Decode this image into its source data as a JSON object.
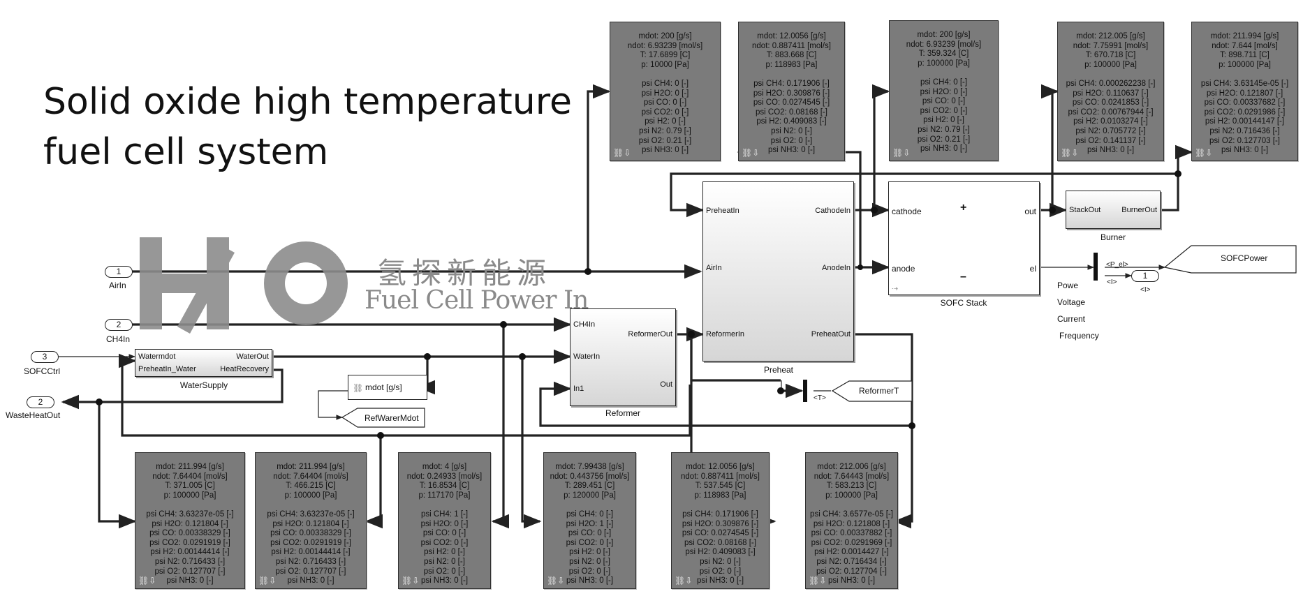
{
  "title": {
    "line1": "Solid oxide high temperature",
    "line2": "fuel cell system"
  },
  "watermark": {
    "logo_text": "H2O",
    "cn": "氢探新能源",
    "en": "Fuel Cell Power In"
  },
  "colors": {
    "display_bg": "#7b7b7b",
    "line": "#222222",
    "block_bg": "#e9e9e9"
  },
  "displays_top": [
    {
      "lines": [
        "mdot: 200 [g/s]",
        "ndot: 6.93239 [mol/s]",
        "T: 17.6899 [C]",
        "p: 10000 [Pa]",
        "",
        "psi CH4: 0 [-]",
        "psi H2O: 0 [-]",
        "psi CO: 0 [-]",
        "psi CO2: 0 [-]",
        "psi H2: 0 [-]",
        "psi N2: 0.79 [-]",
        "psi O2: 0.21 [-]",
        "psi NH3: 0 [-]"
      ]
    },
    {
      "lines": [
        "mdot: 12.0056 [g/s]",
        "ndot: 0.887411 [mol/s]",
        "T: 883.668 [C]",
        "p: 118983 [Pa]",
        "",
        "psi CH4: 0.171906 [-]",
        "psi H2O: 0.309876 [-]",
        "psi CO: 0.0274545 [-]",
        "psi CO2: 0.08168 [-]",
        "psi H2: 0.409083 [-]",
        "psi N2: 0 [-]",
        "psi O2: 0 [-]",
        "psi NH3: 0 [-]"
      ]
    },
    {
      "lines": [
        "mdot: 200 [g/s]",
        "ndot: 6.93239 [mol/s]",
        "T: 359.324 [C]",
        "p: 100000 [Pa]",
        "",
        "psi CH4: 0 [-]",
        "psi H2O: 0 [-]",
        "psi CO: 0 [-]",
        "psi CO2: 0 [-]",
        "psi H2: 0 [-]",
        "psi N2: 0.79 [-]",
        "psi O2: 0.21 [-]",
        "psi NH3: 0 [-]"
      ]
    },
    {
      "lines": [
        "mdot: 212.005 [g/s]",
        "ndot: 7.75991 [mol/s]",
        "T: 670.718 [C]",
        "p: 100000 [Pa]",
        "",
        "psi CH4: 0.000262238 [-]",
        "psi H2O: 0.110637 [-]",
        "psi CO: 0.0241853 [-]",
        "psi CO2: 0.00767944 [-]",
        "psi H2: 0.0103274 [-]",
        "psi N2: 0.705772 [-]",
        "psi O2: 0.141137 [-]",
        "psi NH3: 0 [-]"
      ]
    },
    {
      "lines": [
        "mdot: 211.994 [g/s]",
        "ndot: 7.644 [mol/s]",
        "T: 898.711 [C]",
        "p: 100000 [Pa]",
        "",
        "psi CH4: 3.63145e-05 [-]",
        "psi H2O: 0.121807 [-]",
        "psi CO: 0.00337682 [-]",
        "psi CO2: 0.0291986 [-]",
        "psi H2: 0.00144147 [-]",
        "psi N2: 0.716436 [-]",
        "psi O2: 0.127703 [-]",
        "psi NH3: 0 [-]"
      ]
    }
  ],
  "displays_bottom": [
    {
      "lines": [
        "mdot: 211.994 [g/s]",
        "ndot: 7.64404 [mol/s]",
        "T: 371.005 [C]",
        "p: 100000 [Pa]",
        "",
        "psi CH4: 3.63237e-05 [-]",
        "psi H2O: 0.121804 [-]",
        "psi CO: 0.00338329 [-]",
        "psi CO2: 0.0291919 [-]",
        "psi H2: 0.00144414 [-]",
        "psi N2: 0.716433 [-]",
        "psi O2: 0.127707 [-]",
        "psi NH3: 0 [-]"
      ]
    },
    {
      "lines": [
        "mdot: 211.994 [g/s]",
        "ndot: 7.64404 [mol/s]",
        "T: 466.215 [C]",
        "p: 100000 [Pa]",
        "",
        "psi CH4: 3.63237e-05 [-]",
        "psi H2O: 0.121804 [-]",
        "psi CO: 0.00338329 [-]",
        "psi CO2: 0.0291919 [-]",
        "psi H2: 0.00144414 [-]",
        "psi N2: 0.716433 [-]",
        "psi O2: 0.127707 [-]",
        "psi NH3: 0 [-]"
      ]
    },
    {
      "lines": [
        "mdot: 4 [g/s]",
        "ndot: 0.24933 [mol/s]",
        "T: 16.8534 [C]",
        "p: 117170 [Pa]",
        "",
        "psi CH4: 1 [-]",
        "psi H2O: 0 [-]",
        "psi CO: 0 [-]",
        "psi CO2: 0 [-]",
        "psi H2: 0 [-]",
        "psi N2: 0 [-]",
        "psi O2: 0 [-]",
        "psi NH3: 0 [-]"
      ]
    },
    {
      "lines": [
        "mdot: 7.99438 [g/s]",
        "ndot: 0.443756 [mol/s]",
        "T: 289.451 [C]",
        "p: 120000 [Pa]",
        "",
        "psi CH4: 0 [-]",
        "psi H2O: 1 [-]",
        "psi CO: 0 [-]",
        "psi CO2: 0 [-]",
        "psi H2: 0 [-]",
        "psi N2: 0 [-]",
        "psi O2: 0 [-]",
        "psi NH3: 0 [-]"
      ]
    },
    {
      "lines": [
        "mdot: 12.0056 [g/s]",
        "ndot: 0.887411 [mol/s]",
        "T: 537.545 [C]",
        "p: 118983 [Pa]",
        "",
        "psi CH4: 0.171906 [-]",
        "psi H2O: 0.309876 [-]",
        "psi CO: 0.0274545 [-]",
        "psi CO2: 0.08168 [-]",
        "psi H2: 0.409083 [-]",
        "psi N2: 0 [-]",
        "psi O2: 0 [-]",
        "psi NH3: 0 [-]"
      ]
    },
    {
      "lines": [
        "mdot: 212.006 [g/s]",
        "ndot: 7.64443 [mol/s]",
        "T: 583.213 [C]",
        "p: 100000 [Pa]",
        "",
        "psi CH4: 3.6577e-05 [-]",
        "psi H2O: 0.121808 [-]",
        "psi CO: 0.00337882 [-]",
        "psi CO2: 0.0291969 [-]",
        "psi H2: 0.0014427 [-]",
        "psi N2: 0.716434 [-]",
        "psi O2: 0.127704 [-]",
        "psi NH3: 0 [-]"
      ]
    }
  ],
  "blocks": {
    "preheat": {
      "name": "Preheat",
      "in1": "PreheatIn",
      "in2": "AirIn",
      "in3": "ReformerIn",
      "out1": "CathodeIn",
      "out2": "AnodeIn",
      "out3": "PreheatOut"
    },
    "stack": {
      "name": "SOFC Stack",
      "in1": "cathode",
      "in2": "anode",
      "out1": "out",
      "out2": "el",
      "plus": "+",
      "minus": "–"
    },
    "burner": {
      "name": "Burner",
      "in": "StackOut",
      "out": "BurnerOut"
    },
    "reformer": {
      "name": "Reformer",
      "in1": "CH4In",
      "in2": "WaterIn",
      "in3": "In1",
      "out1": "ReformerOut",
      "out2": "Out"
    },
    "watersupply": {
      "name": "WaterSupply",
      "in1": "Watermdot",
      "in2": "PreheatIn_Water",
      "out1": "WaterOut",
      "out2": "HeatRecovery"
    },
    "mdot_display": {
      "label": "mdot [g/s]"
    }
  },
  "inports": [
    {
      "num": "1",
      "label": "AirIn"
    },
    {
      "num": "2",
      "label": "CH4In"
    },
    {
      "num": "3",
      "label": "SOFCCtrl"
    }
  ],
  "outports": [
    {
      "num": "2",
      "label": "WasteHeatOut"
    },
    {
      "num": "1",
      "label": "<I>"
    }
  ],
  "gotos": {
    "sofcpower": "SOFCPower",
    "reformert": "ReformerT",
    "refwarer": "RefWarerMdot"
  },
  "bus": {
    "p_el": "<P_el>",
    "i": "<I>",
    "t": "<T>"
  },
  "el_signals": [
    "Powe",
    "Voltage",
    "Current",
    "Frequency"
  ],
  "link_icon": "link-icon"
}
